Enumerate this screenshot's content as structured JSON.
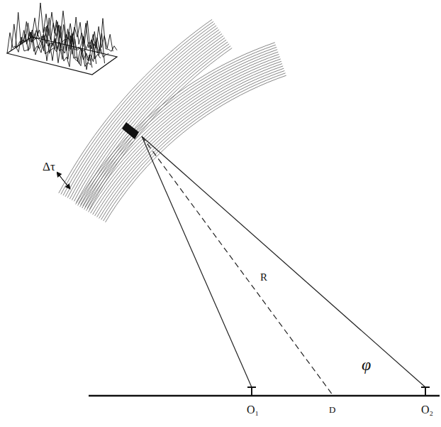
{
  "diagram": {
    "labels": [
      "Δτ",
      "R",
      "φ",
      "O₁",
      "D",
      "O₂"
    ]
  }
}
